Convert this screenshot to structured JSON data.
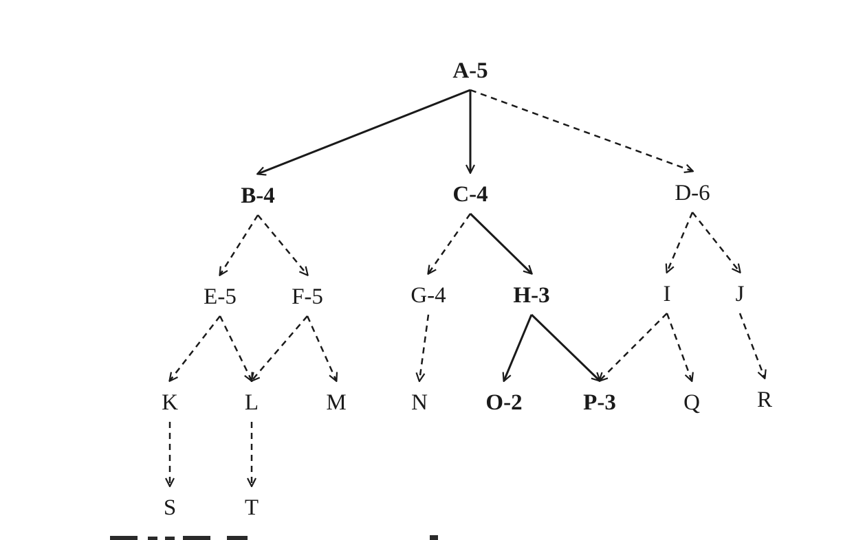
{
  "nodes": [
    {
      "id": "A",
      "label": "A-5",
      "bold": true
    },
    {
      "id": "B",
      "label": "B-4",
      "bold": true
    },
    {
      "id": "C",
      "label": "C-4",
      "bold": true
    },
    {
      "id": "D",
      "label": "D-6",
      "bold": false
    },
    {
      "id": "E",
      "label": "E-5",
      "bold": false
    },
    {
      "id": "F",
      "label": "F-5",
      "bold": false
    },
    {
      "id": "G",
      "label": "G-4",
      "bold": false
    },
    {
      "id": "H",
      "label": "H-3",
      "bold": true
    },
    {
      "id": "I",
      "label": "I",
      "bold": false
    },
    {
      "id": "J",
      "label": "J",
      "bold": false
    },
    {
      "id": "K",
      "label": "K",
      "bold": false
    },
    {
      "id": "L",
      "label": "L",
      "bold": false
    },
    {
      "id": "M",
      "label": "M",
      "bold": false
    },
    {
      "id": "N",
      "label": "N",
      "bold": false
    },
    {
      "id": "O",
      "label": "O-2",
      "bold": true
    },
    {
      "id": "P",
      "label": "P-3",
      "bold": true
    },
    {
      "id": "Q",
      "label": "Q",
      "bold": false
    },
    {
      "id": "R",
      "label": "R",
      "bold": false
    },
    {
      "id": "S",
      "label": "S",
      "bold": false
    },
    {
      "id": "T",
      "label": "T",
      "bold": false
    }
  ],
  "edges": [
    {
      "from": "A",
      "to": "B",
      "style": "solid"
    },
    {
      "from": "A",
      "to": "C",
      "style": "solid"
    },
    {
      "from": "A",
      "to": "D",
      "style": "dashed"
    },
    {
      "from": "B",
      "to": "E",
      "style": "dashed"
    },
    {
      "from": "B",
      "to": "F",
      "style": "dashed"
    },
    {
      "from": "C",
      "to": "G",
      "style": "dashed"
    },
    {
      "from": "C",
      "to": "H",
      "style": "solid"
    },
    {
      "from": "D",
      "to": "I",
      "style": "dashed"
    },
    {
      "from": "D",
      "to": "J",
      "style": "dashed"
    },
    {
      "from": "E",
      "to": "K",
      "style": "dashed"
    },
    {
      "from": "E",
      "to": "L",
      "style": "dashed"
    },
    {
      "from": "F",
      "to": "L",
      "style": "dashed"
    },
    {
      "from": "F",
      "to": "M",
      "style": "dashed"
    },
    {
      "from": "G",
      "to": "N",
      "style": "dashed"
    },
    {
      "from": "H",
      "to": "O",
      "style": "solid"
    },
    {
      "from": "H",
      "to": "P",
      "style": "solid"
    },
    {
      "from": "I",
      "to": "P",
      "style": "dashed"
    },
    {
      "from": "I",
      "to": "Q",
      "style": "dashed"
    },
    {
      "from": "J",
      "to": "R",
      "style": "dashed"
    },
    {
      "from": "K",
      "to": "S",
      "style": "dashed"
    },
    {
      "from": "L",
      "to": "T",
      "style": "dashed"
    }
  ]
}
